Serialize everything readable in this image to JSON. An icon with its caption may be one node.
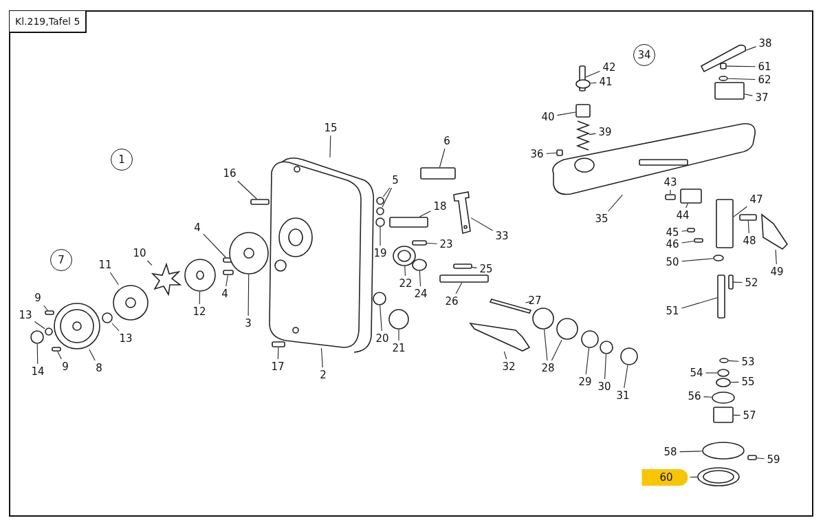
{
  "diagram": {
    "nodes": [
      {
        "text": [
          "Kl.219,Tafel 5"
        ]
      },
      {
        "text": [
          "34"
        ]
      },
      {
        "text": [
          "38"
        ]
      },
      {
        "text": [
          "42"
        ]
      },
      {
        "text": [
          "61"
        ]
      },
      {
        "text": [
          "41"
        ]
      },
      {
        "text": [
          "62"
        ]
      },
      {
        "text": [
          "37"
        ]
      },
      {
        "text": [
          "40"
        ]
      },
      {
        "text": [
          "15"
        ]
      },
      {
        "text": [
          "39"
        ]
      },
      {
        "text": [
          "6"
        ]
      },
      {
        "text": [
          "36"
        ]
      },
      {
        "text": [
          "1"
        ]
      },
      {
        "text": [
          "16"
        ]
      },
      {
        "text": [
          "43"
        ]
      },
      {
        "text": [
          "5"
        ]
      },
      {
        "text": [
          "47"
        ]
      },
      {
        "text": [
          "18"
        ]
      },
      {
        "text": [
          "35"
        ]
      },
      {
        "text": [
          "44"
        ]
      },
      {
        "text": [
          "4"
        ]
      },
      {
        "text": [
          "45"
        ]
      },
      {
        "text": [
          "33"
        ]
      },
      {
        "text": [
          "46"
        ]
      },
      {
        "text": [
          "48"
        ]
      },
      {
        "text": [
          "23"
        ]
      },
      {
        "text": [
          "10"
        ]
      },
      {
        "text": [
          "19"
        ]
      },
      {
        "text": [
          "7"
        ]
      },
      {
        "text": [
          "50"
        ]
      },
      {
        "text": [
          "11"
        ]
      },
      {
        "text": [
          "25"
        ]
      },
      {
        "text": [
          "49"
        ]
      },
      {
        "text": [
          "22"
        ]
      },
      {
        "text": [
          "4"
        ]
      },
      {
        "text": [
          "52"
        ]
      },
      {
        "text": [
          "24"
        ]
      },
      {
        "text": [
          "26"
        ]
      },
      {
        "text": [
          "9"
        ]
      },
      {
        "text": [
          "27"
        ]
      },
      {
        "text": [
          "12"
        ]
      },
      {
        "text": [
          "51"
        ]
      },
      {
        "text": [
          "13"
        ]
      },
      {
        "text": [
          "3"
        ]
      },
      {
        "text": [
          "13"
        ]
      },
      {
        "text": [
          "20"
        ]
      },
      {
        "text": [
          "21"
        ]
      },
      {
        "text": [
          "53"
        ]
      },
      {
        "text": [
          "17"
        ]
      },
      {
        "text": [
          "32"
        ]
      },
      {
        "text": [
          "9"
        ]
      },
      {
        "text": [
          "8"
        ]
      },
      {
        "text": [
          "28"
        ]
      },
      {
        "text": [
          "2"
        ]
      },
      {
        "text": [
          "14"
        ]
      },
      {
        "text": [
          "54"
        ]
      },
      {
        "text": [
          "29"
        ]
      },
      {
        "text": [
          "55"
        ]
      },
      {
        "text": [
          "30"
        ]
      },
      {
        "text": [
          "31"
        ]
      },
      {
        "text": [
          "56"
        ]
      },
      {
        "text": [
          "57"
        ]
      },
      {
        "text": [
          "58"
        ]
      },
      {
        "text": [
          "59"
        ]
      },
      {
        "text": [
          "60"
        ]
      },
      {
        "text": [],
        "shape": "picture"
      },
      {
        "text": [],
        "shape": "box"
      },
      {
        "text": [],
        "shape": "box"
      },
      {
        "text": [],
        "shape": "circle"
      },
      {
        "text": [],
        "shape": "circle"
      },
      {
        "text": [],
        "shape": "box"
      },
      {
        "text": [],
        "shape": "box"
      },
      {
        "text": [],
        "shape": "picture"
      },
      {
        "text": [],
        "shape": "picture"
      },
      {
        "text": [],
        "shape": "box"
      },
      {
        "text": [],
        "shape": "box"
      },
      {
        "text": [],
        "shape": "box"
      },
      {
        "text": [],
        "shape": "box"
      },
      {
        "text": [],
        "shape": "circle"
      },
      {
        "text": [],
        "shape": "circle"
      },
      {
        "text": [],
        "shape": "box"
      },
      {
        "text": [],
        "shape": "box"
      },
      {
        "text": [],
        "shape": "picture"
      },
      {
        "text": [],
        "shape": "box"
      },
      {
        "text": [],
        "shape": "box"
      },
      {
        "text": [],
        "shape": "box"
      },
      {
        "text": [],
        "shape": "picture"
      },
      {
        "text": [],
        "shape": "box"
      },
      {
        "text": [],
        "shape": "box"
      },
      {
        "text": [],
        "shape": "box"
      },
      {
        "text": [],
        "shape": "picture"
      },
      {
        "text": [],
        "shape": "circle"
      },
      {
        "text": [],
        "shape": "circle"
      },
      {
        "text": [],
        "shape": "circle"
      },
      {
        "text": [],
        "shape": "box"
      },
      {
        "text": [],
        "shape": "picture"
      },
      {
        "text": [],
        "shape": "circle"
      },
      {
        "text": [],
        "shape": "box"
      },
      {
        "text": [],
        "shape": "box"
      },
      {
        "text": [],
        "shape": "circle"
      },
      {
        "text": [],
        "shape": "box"
      },
      {
        "text": [],
        "shape": "box"
      },
      {
        "text": [],
        "shape": "picture"
      },
      {
        "text": [],
        "shape": "circle"
      },
      {
        "text": [],
        "shape": "box"
      },
      {
        "text": [],
        "shape": "circle"
      },
      {
        "text": [],
        "shape": "circle"
      },
      {
        "text": [],
        "shape": "circle"
      },
      {
        "text": [],
        "shape": "circle"
      },
      {
        "text": [],
        "shape": "circle"
      },
      {
        "text": [],
        "shape": "circle"
      },
      {
        "text": [],
        "shape": "box"
      },
      {
        "text": [],
        "shape": "picture"
      },
      {
        "text": [],
        "shape": "box"
      },
      {
        "text": [],
        "shape": "circle"
      },
      {
        "text": [],
        "shape": "circle"
      },
      {
        "text": [],
        "shape": "circle"
      },
      {
        "text": [],
        "shape": "picture"
      },
      {
        "text": [],
        "shape": "circle"
      },
      {
        "text": [],
        "shape": "circle"
      },
      {
        "text": [],
        "shape": "circle"
      },
      {
        "text": [],
        "shape": "circle"
      },
      {
        "text": [],
        "shape": "circle"
      },
      {
        "text": [],
        "shape": "circle"
      },
      {
        "text": [],
        "shape": "circle"
      },
      {
        "text": [],
        "shape": "box"
      },
      {
        "text": [],
        "shape": "circle"
      },
      {
        "text": [],
        "shape": "box"
      },
      {
        "text": [],
        "shape": "circle"
      }
    ],
    "edges": [
      {
        "from": 2,
        "to": 66,
        "arrow": "none"
      },
      {
        "from": 3,
        "to": 67,
        "arrow": "none"
      },
      {
        "from": 4,
        "to": 68,
        "arrow": "none"
      },
      {
        "from": 5,
        "to": 69,
        "arrow": "none"
      },
      {
        "from": 6,
        "to": 70,
        "arrow": "none"
      },
      {
        "from": 7,
        "to": 71,
        "arrow": "none"
      },
      {
        "from": 8,
        "to": 72,
        "arrow": "none"
      },
      {
        "from": 9,
        "to": 73,
        "arrow": "none"
      },
      {
        "from": 10,
        "to": 74,
        "arrow": "none"
      },
      {
        "from": 11,
        "to": 75,
        "arrow": "none"
      },
      {
        "from": 12,
        "to": 76,
        "arrow": "none"
      },
      {
        "from": 14,
        "to": 77,
        "arrow": "none"
      },
      {
        "from": 15,
        "to": 78,
        "arrow": "none"
      },
      {
        "from": 16,
        "to": 79,
        "arrow": "none"
      },
      {
        "from": 16,
        "to": 80,
        "arrow": "none"
      },
      {
        "from": 17,
        "to": 81,
        "arrow": "none"
      },
      {
        "from": 18,
        "to": 82,
        "arrow": "none"
      },
      {
        "from": 19,
        "to": 83,
        "arrow": "none"
      },
      {
        "from": 20,
        "to": 84,
        "arrow": "none"
      },
      {
        "from": 21,
        "to": 85,
        "arrow": "none"
      },
      {
        "from": 22,
        "to": 86,
        "arrow": "none"
      },
      {
        "from": 23,
        "to": 87,
        "arrow": "none"
      },
      {
        "from": 24,
        "to": 88,
        "arrow": "none"
      },
      {
        "from": 25,
        "to": 89,
        "arrow": "none"
      },
      {
        "from": 26,
        "to": 90,
        "arrow": "none"
      },
      {
        "from": 27,
        "to": 91,
        "arrow": "none"
      },
      {
        "from": 28,
        "to": 92,
        "arrow": "none"
      },
      {
        "from": 30,
        "to": 93,
        "arrow": "none"
      },
      {
        "from": 31,
        "to": 94,
        "arrow": "none"
      },
      {
        "from": 32,
        "to": 95,
        "arrow": "none"
      },
      {
        "from": 33,
        "to": 96,
        "arrow": "none"
      },
      {
        "from": 34,
        "to": 97,
        "arrow": "none"
      },
      {
        "from": 35,
        "to": 98,
        "arrow": "none"
      },
      {
        "from": 36,
        "to": 99,
        "arrow": "none"
      },
      {
        "from": 37,
        "to": 100,
        "arrow": "none"
      },
      {
        "from": 38,
        "to": 101,
        "arrow": "none"
      },
      {
        "from": 39,
        "to": 102,
        "arrow": "none"
      },
      {
        "from": 40,
        "to": 103,
        "arrow": "none"
      },
      {
        "from": 41,
        "to": 104,
        "arrow": "none"
      },
      {
        "from": 42,
        "to": 105,
        "arrow": "none"
      },
      {
        "from": 43,
        "to": 106,
        "arrow": "none"
      },
      {
        "from": 44,
        "to": 107,
        "arrow": "none"
      },
      {
        "from": 45,
        "to": 108,
        "arrow": "none"
      },
      {
        "from": 46,
        "to": 109,
        "arrow": "none"
      },
      {
        "from": 47,
        "to": 110,
        "arrow": "none"
      },
      {
        "from": 48,
        "to": 111,
        "arrow": "none"
      },
      {
        "from": 49,
        "to": 112,
        "arrow": "none"
      },
      {
        "from": 50,
        "to": 113,
        "arrow": "none"
      },
      {
        "from": 51,
        "to": 114,
        "arrow": "none"
      },
      {
        "from": 52,
        "to": 115,
        "arrow": "none"
      },
      {
        "from": 53,
        "to": 116,
        "arrow": "none"
      },
      {
        "from": 53,
        "to": 117,
        "arrow": "none"
      },
      {
        "from": 54,
        "to": 118,
        "arrow": "none"
      },
      {
        "from": 55,
        "to": 119,
        "arrow": "none"
      },
      {
        "from": 56,
        "to": 120,
        "arrow": "none"
      },
      {
        "from": 57,
        "to": 121,
        "arrow": "none"
      },
      {
        "from": 58,
        "to": 122,
        "arrow": "none"
      },
      {
        "from": 59,
        "to": 123,
        "arrow": "none"
      },
      {
        "from": 60,
        "to": 124,
        "arrow": "none"
      },
      {
        "from": 61,
        "to": 125,
        "arrow": "none"
      },
      {
        "from": 62,
        "to": 126,
        "arrow": "none"
      },
      {
        "from": 63,
        "to": 127,
        "arrow": "none"
      },
      {
        "from": 64,
        "to": 128,
        "arrow": "none"
      },
      {
        "from": 65,
        "to": 129,
        "arrow": "none"
      }
    ]
  }
}
